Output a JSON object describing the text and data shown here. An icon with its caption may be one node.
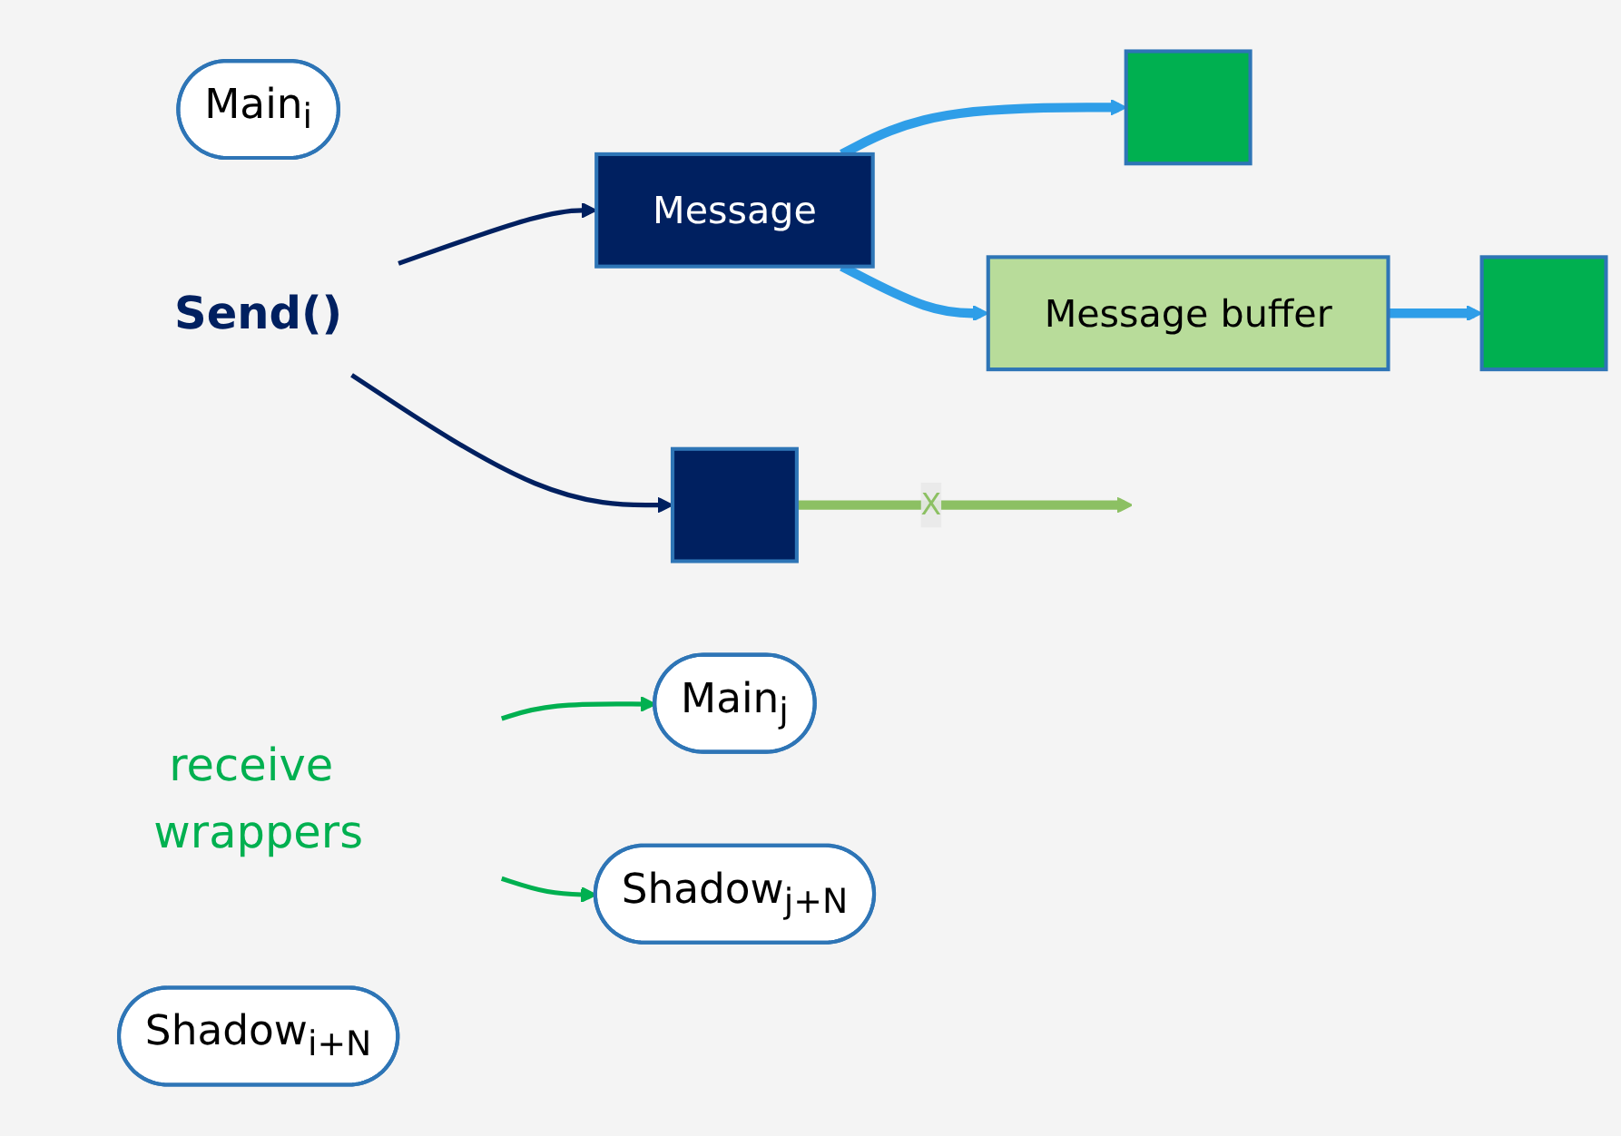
{
  "diagram": {
    "nodes": [
      {
        "text": [
          "Main$_{i}$"
        ]
      },
      {
        "text": [
          "Message"
        ]
      },
      {
        "text": [],
        "shape": "box"
      },
      {
        "text": [
          "Main$_{j}$"
        ]
      },
      {
        "text": [
          "Message buffer"
        ]
      },
      {
        "text": [
          "Send()"
        ]
      },
      {
        "text": [
          "receive wrappers"
        ]
      },
      {
        "text": [
          "Shadow$_{i+N}$"
        ]
      },
      {
        "text": [],
        "shape": "box"
      },
      {
        "text": [],
        "shape": "box"
      },
      {
        "text": [
          "Shadow$_{j+N}$"
        ]
      }
    ],
    "edges": [
      {
        "from": 1,
        "to": 2,
        "arrow": "to",
        "style": "thick"
      },
      {
        "from": 1,
        "to": 4,
        "arrow": "to",
        "style": "thick"
      },
      {
        "from": 4,
        "to": 9,
        "arrow": "to",
        "style": "thick"
      },
      {
        "from": 8,
        "to": null,
        "arrow": "to",
        "style": "thick",
        "label": "X",
        "color": "#8cc063"
      },
      {
        "from": 5,
        "to": 1,
        "arrow": "to",
        "color": "#002060"
      },
      {
        "from": 5,
        "to": 8,
        "arrow": "to",
        "color": "#002060"
      },
      {
        "from": 6,
        "to": 3,
        "arrow": "to",
        "color": "#00b050"
      },
      {
        "from": 6,
        "to": 10,
        "arrow": "to",
        "color": "#00b050"
      }
    ]
  }
}
